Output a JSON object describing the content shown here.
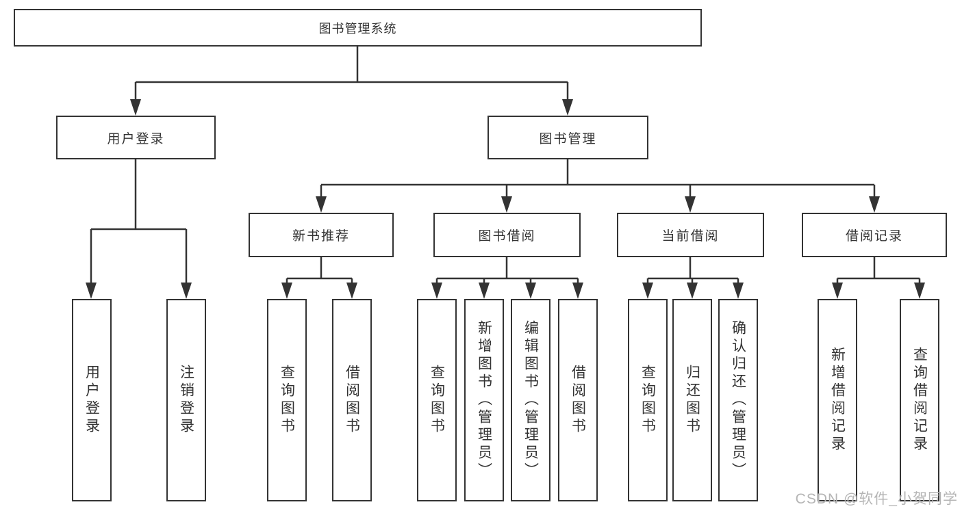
{
  "tree": {
    "label": "图书管理系统",
    "children": [
      {
        "label": "用户登录",
        "children": [
          {
            "label": "用户登录"
          },
          {
            "label": "注销登录"
          }
        ]
      },
      {
        "label": "图书管理",
        "children": [
          {
            "label": "新书推荐",
            "children": [
              {
                "label": "查询图书"
              },
              {
                "label": "借阅图书"
              }
            ]
          },
          {
            "label": "图书借阅",
            "children": [
              {
                "label": "查询图书"
              },
              {
                "label": "新增图书（管理员）"
              },
              {
                "label": "编辑图书（管理员）"
              },
              {
                "label": "借阅图书"
              }
            ]
          },
          {
            "label": "当前借阅",
            "children": [
              {
                "label": "查询图书"
              },
              {
                "label": "归还图书"
              },
              {
                "label": "确认归还（管理员）"
              }
            ]
          },
          {
            "label": "借阅记录",
            "children": [
              {
                "label": "新增借阅记录"
              },
              {
                "label": "查询借阅记录"
              }
            ]
          }
        ]
      }
    ]
  },
  "watermark": {
    "text": "CSDN @软件_小贺同学"
  },
  "colors": {
    "line": "#333333",
    "box_border": "#333333",
    "text": "#333333",
    "background": "#ffffff",
    "watermark": "#b5b5b5"
  }
}
